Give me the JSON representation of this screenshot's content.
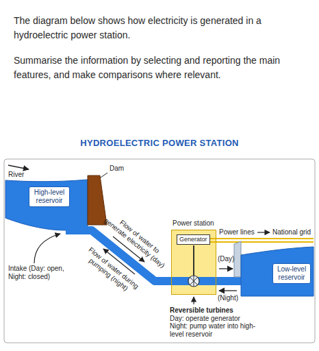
{
  "diagram": {
    "title": "HYDROELECTRIC POWER STATION",
    "nodes": [
      {
        "text": [
          "High-level reservoir"
        ]
      },
      {
        "text": [
          "Power station"
        ]
      },
      {
        "text": [
          "Generator"
        ],
        "in": 1
      },
      {
        "text": [
          "Low-level reservoir"
        ]
      }
    ],
    "labels": [
      "The diagram below shows how electricity is generated in a hydroelectric power station.",
      "Summarise the information by selecting and reporting the main features, and make comparisons where relevant.",
      "River",
      "Dam",
      "Intake (Day: open, Night: closed)",
      "Flow of water to generate electricity (day)",
      "Flow of water during pumping (night)",
      "Power lines",
      "National grid",
      "(Day)",
      "(Night)",
      "Reversible turbines",
      "Day: operate generator",
      "Night: pump water into high-level reservoir"
    ]
  }
}
